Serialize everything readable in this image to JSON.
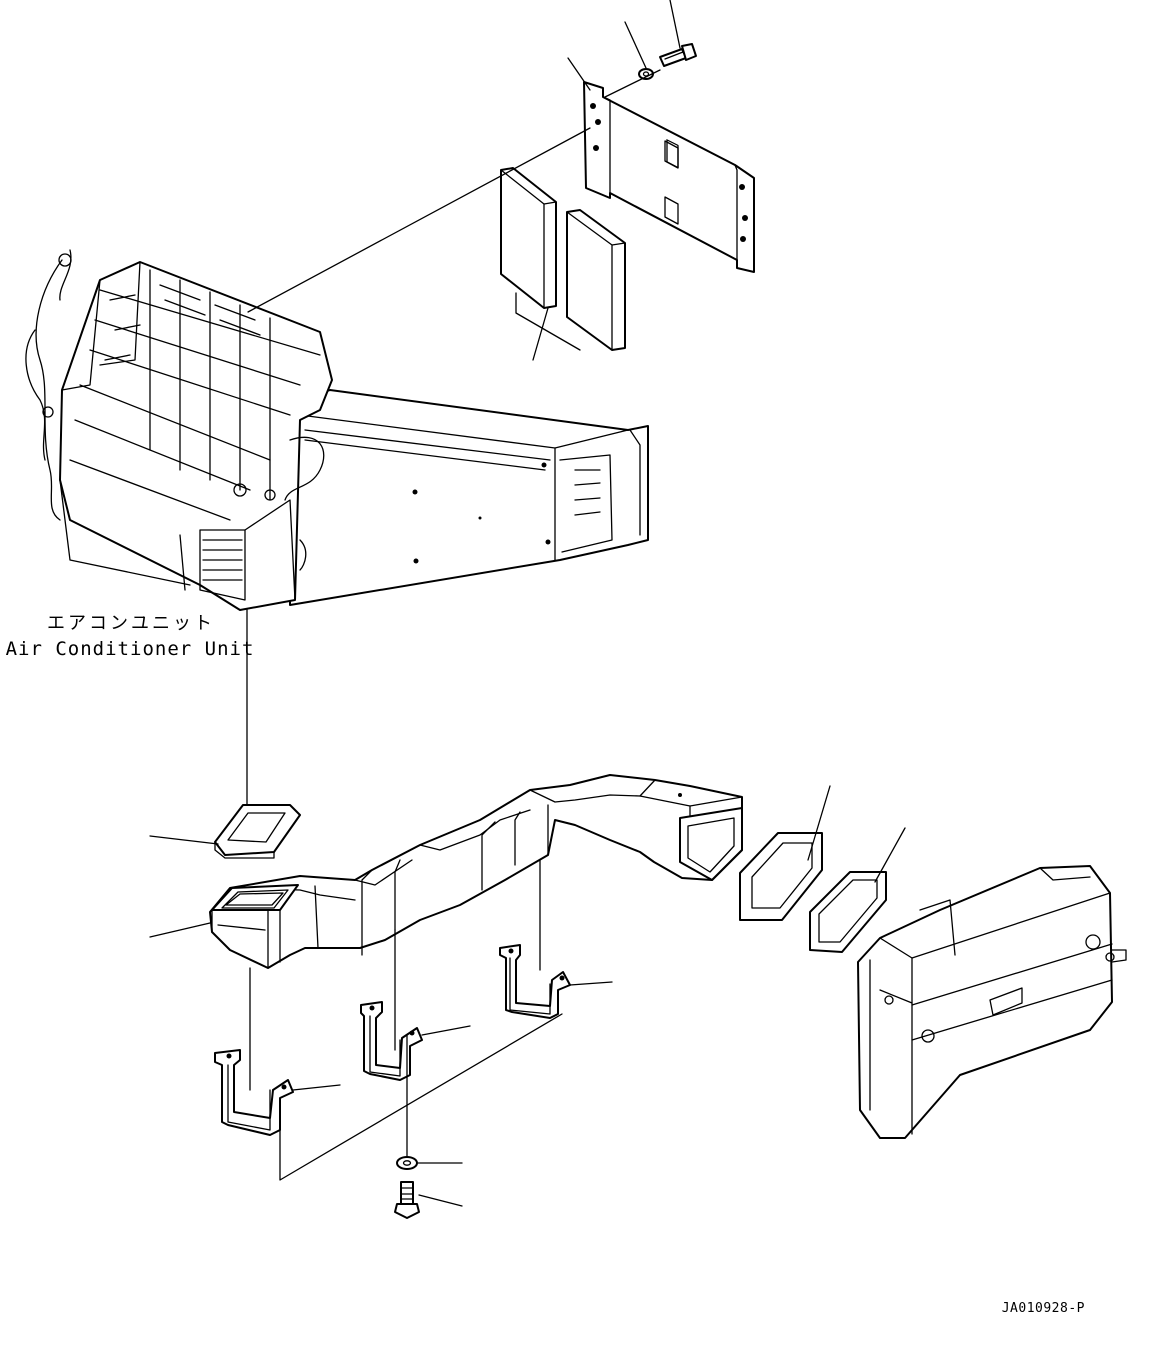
{
  "labels": {
    "unit_jp": "エアコンユニット",
    "unit_en": "Air Conditioner Unit",
    "code": "JA010928-P"
  }
}
